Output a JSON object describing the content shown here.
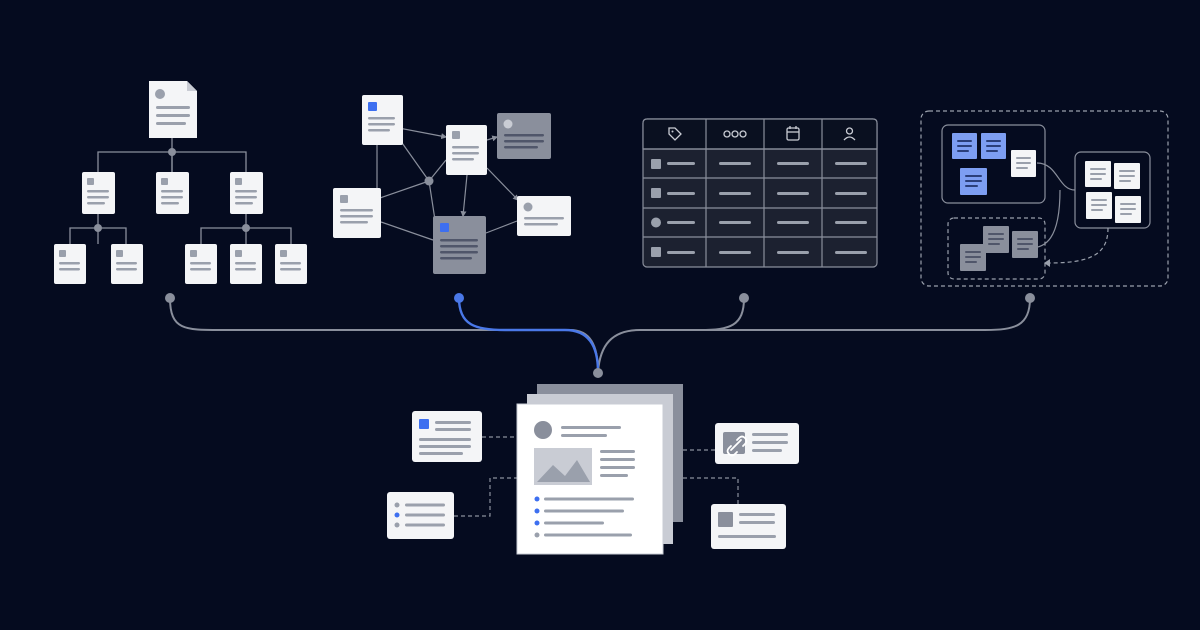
{
  "canvas": {
    "background": "#050b1f"
  },
  "colors": {
    "card": "#f4f5f7",
    "card_dark": "#8a8f9c",
    "line_light": "#c9ccd4",
    "line_mid": "#9aa0ac",
    "line_dark": "#5b6170",
    "connector": "#8a8f9c",
    "connector_active": "#4a78e8",
    "accent": "#3d6ff0",
    "accent_light": "#7d9ef2",
    "table_bg": "#1c2130",
    "table_border": "#8a8f9c",
    "table_header": "#0a1020",
    "dash_border": "#9aa0ac",
    "inner_panel_border": "#8a8f9c"
  },
  "icons": {
    "table_header": [
      "tag-icon",
      "more-horizontal-icon",
      "calendar-icon",
      "user-icon"
    ],
    "link_card": "link-icon",
    "hero_image": "image-icon"
  },
  "sources": [
    {
      "name": "tree-hierarchy",
      "active": false
    },
    {
      "name": "graph-network",
      "active": true
    },
    {
      "name": "database-table",
      "active": false
    },
    {
      "name": "nested-boards",
      "active": false
    }
  ],
  "hub": {
    "name": "merged-document"
  }
}
